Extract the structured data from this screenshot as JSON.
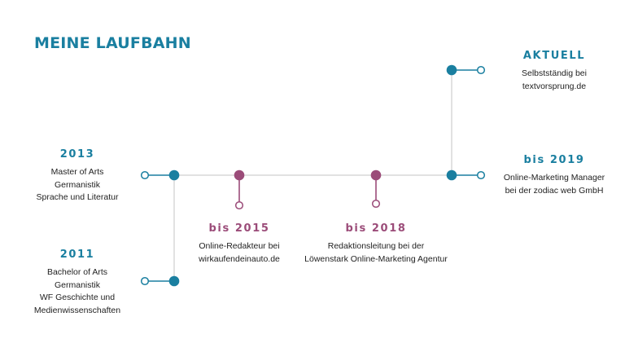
{
  "title": "MEINE LAUFBAHN",
  "colors": {
    "accent_blue": "#1a7fa0",
    "accent_plum": "#9b4c79",
    "axis_line": "#e2e2e2",
    "connector_gray": "#cfcfcf"
  },
  "milestones": [
    {
      "id": "2011",
      "label": "2011",
      "color": "blue",
      "lines": [
        "Bachelor of Arts",
        "Germanistik",
        "WF Geschichte und",
        "Medienwissenschaften"
      ]
    },
    {
      "id": "2013",
      "label": "2013",
      "color": "blue",
      "lines": [
        "Master of Arts",
        "Germanistik",
        "Sprache und Literatur"
      ]
    },
    {
      "id": "2015",
      "label": "bis 2015",
      "color": "plum",
      "lines": [
        "Online-Redakteur bei",
        "wirkaufendeinauto.de"
      ]
    },
    {
      "id": "2018",
      "label": "bis 2018",
      "color": "plum",
      "lines": [
        "Redaktionsleitung bei der",
        "Löwenstark Online-Marketing Agentur"
      ]
    },
    {
      "id": "2019",
      "label": "bis 2019",
      "color": "blue",
      "lines": [
        "Online-Marketing Manager",
        "bei der zodiac web GmbH"
      ]
    },
    {
      "id": "aktuell",
      "label": "AKTUELL",
      "color": "blue",
      "lines": [
        "Selbstständig bei",
        "textvorsprung.de"
      ]
    }
  ]
}
